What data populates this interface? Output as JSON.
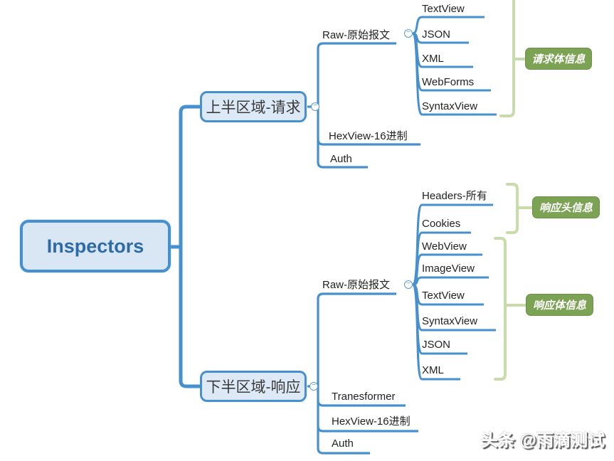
{
  "root": {
    "label": "Inspectors"
  },
  "request": {
    "node_label": "上半区域-请求",
    "raw_label": "Raw-原始报文",
    "raw_children": [
      "TextView",
      "JSON",
      "XML",
      "WebForms",
      "SyntaxView"
    ],
    "siblings": [
      "HexView-16进制",
      "Auth"
    ],
    "callout_body": "请求体信息"
  },
  "response": {
    "node_label": "下半区域-响应",
    "raw_label": "Raw-原始报文",
    "raw_children": [
      "Headers-所有",
      "Cookies",
      "WebView",
      "ImageView",
      "TextView",
      "SyntaxView",
      "JSON",
      "XML"
    ],
    "siblings": [
      "Tranesformer",
      "HexView-16进制",
      "Auth"
    ],
    "callout_header": "响应头信息",
    "callout_body": "响应体信息"
  },
  "icons": {
    "collapse_minus": "−"
  },
  "watermark": "头条 @雨滴测试",
  "colors": {
    "line_blue": "#4690d0",
    "node_fill": "#dde9f6",
    "root_text": "#2e6ba6",
    "bracket_green": "#c8dcaa",
    "callout_green": "#7ca254"
  }
}
